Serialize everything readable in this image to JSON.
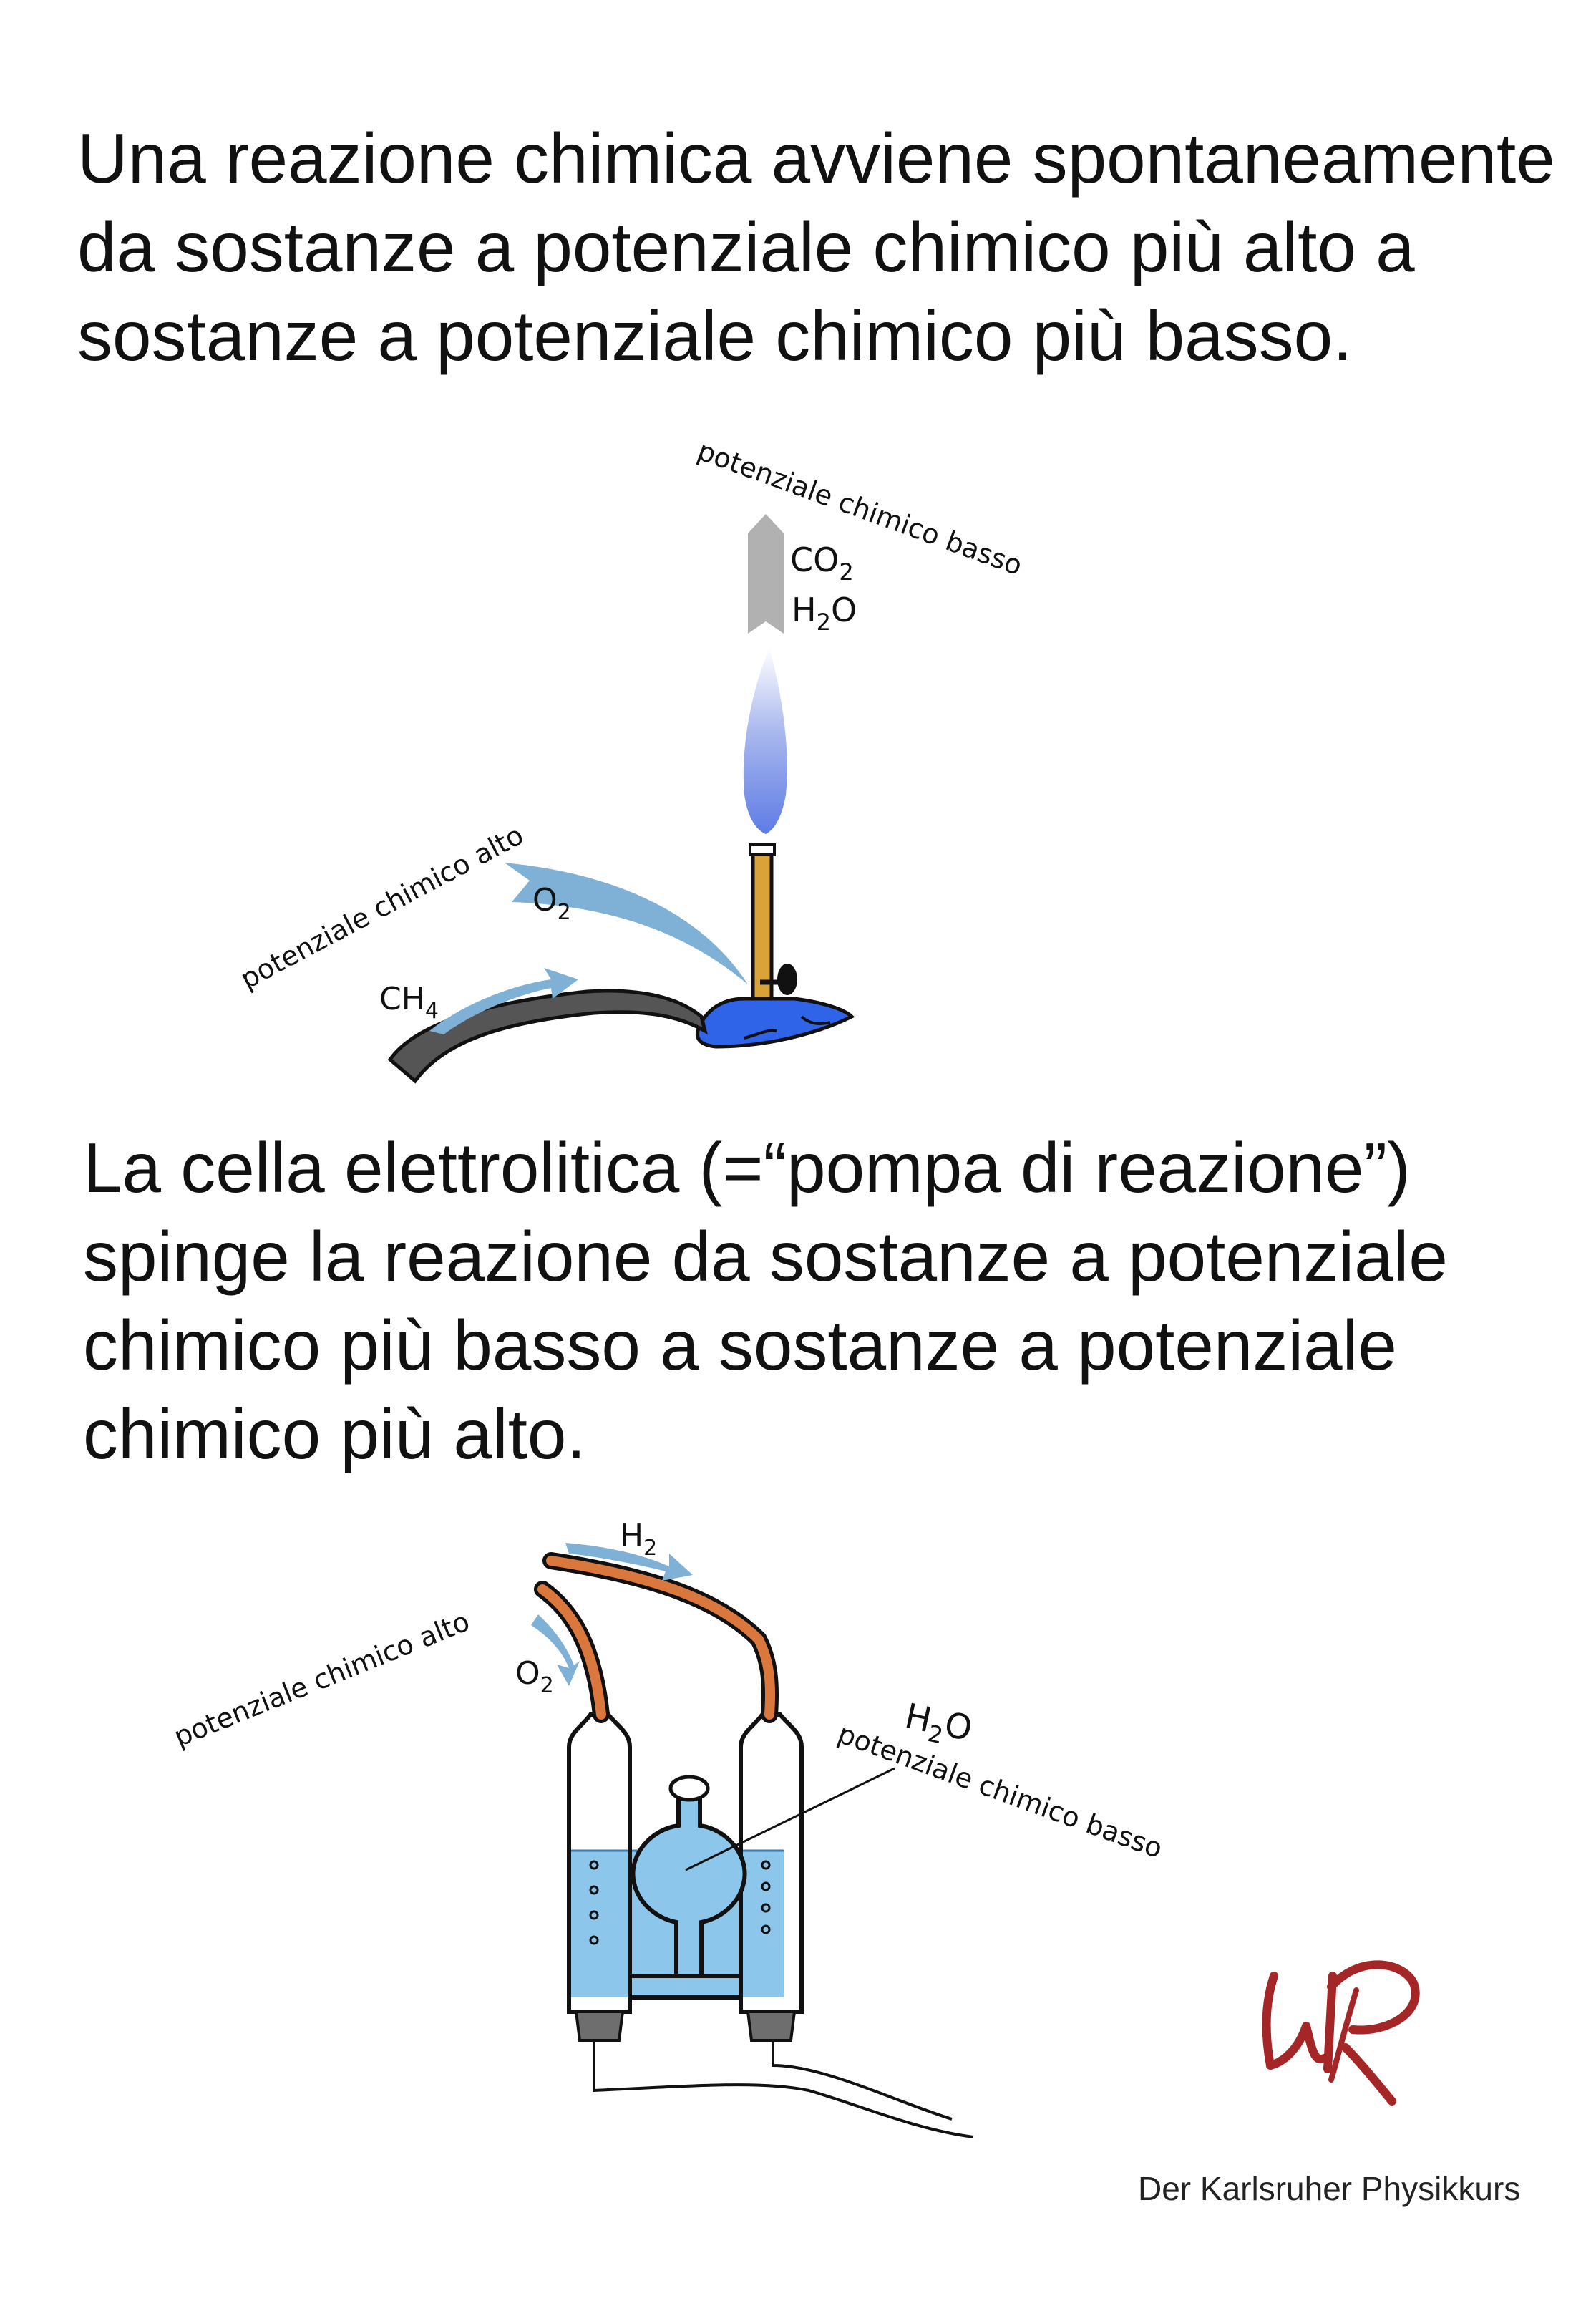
{
  "paragraph1": {
    "lines": [
      "Una reazione chimica  avviene spontaneamente",
      "da sostanze a potenziale chimico più alto a",
      "sostanze a potenziale chimico più basso."
    ]
  },
  "burner": {
    "label_low": "potenziale chimico basso",
    "label_high": "potenziale chimico alto",
    "co2_base": "CO",
    "co2_sub": "2",
    "h2o_h": "H",
    "h2o_sub": "2",
    "h2o_o": "O",
    "o2_base": "O",
    "o2_sub": "2",
    "ch4_base": "CH",
    "ch4_sub": "4"
  },
  "paragraph2": {
    "lines": [
      "La cella elettrolitica (=“pompa di reazione”)",
      "spinge la reazione da sostanze a potenziale",
      "chimico più basso a sostanze a potenziale",
      "chimico più alto."
    ]
  },
  "cell": {
    "label_high": "potenziale chimico alto",
    "label_low": "potenziale chimico basso",
    "h2_base": "H",
    "h2_sub": "2",
    "o2_base": "O",
    "o2_sub": "2",
    "h2o_h": "H",
    "h2o_sub": "2",
    "h2o_o": "O"
  },
  "logo_text": "Ulk",
  "credit": "Der Karlsruher Physikkurs",
  "colors": {
    "arrow_blue": "#7fb0d6",
    "water_blue": "#8cc6ea",
    "burner_blue": "#2f64e8",
    "tube_orange": "#d9773c",
    "gold": "#d9a33a",
    "logo_red": "#a52626"
  }
}
